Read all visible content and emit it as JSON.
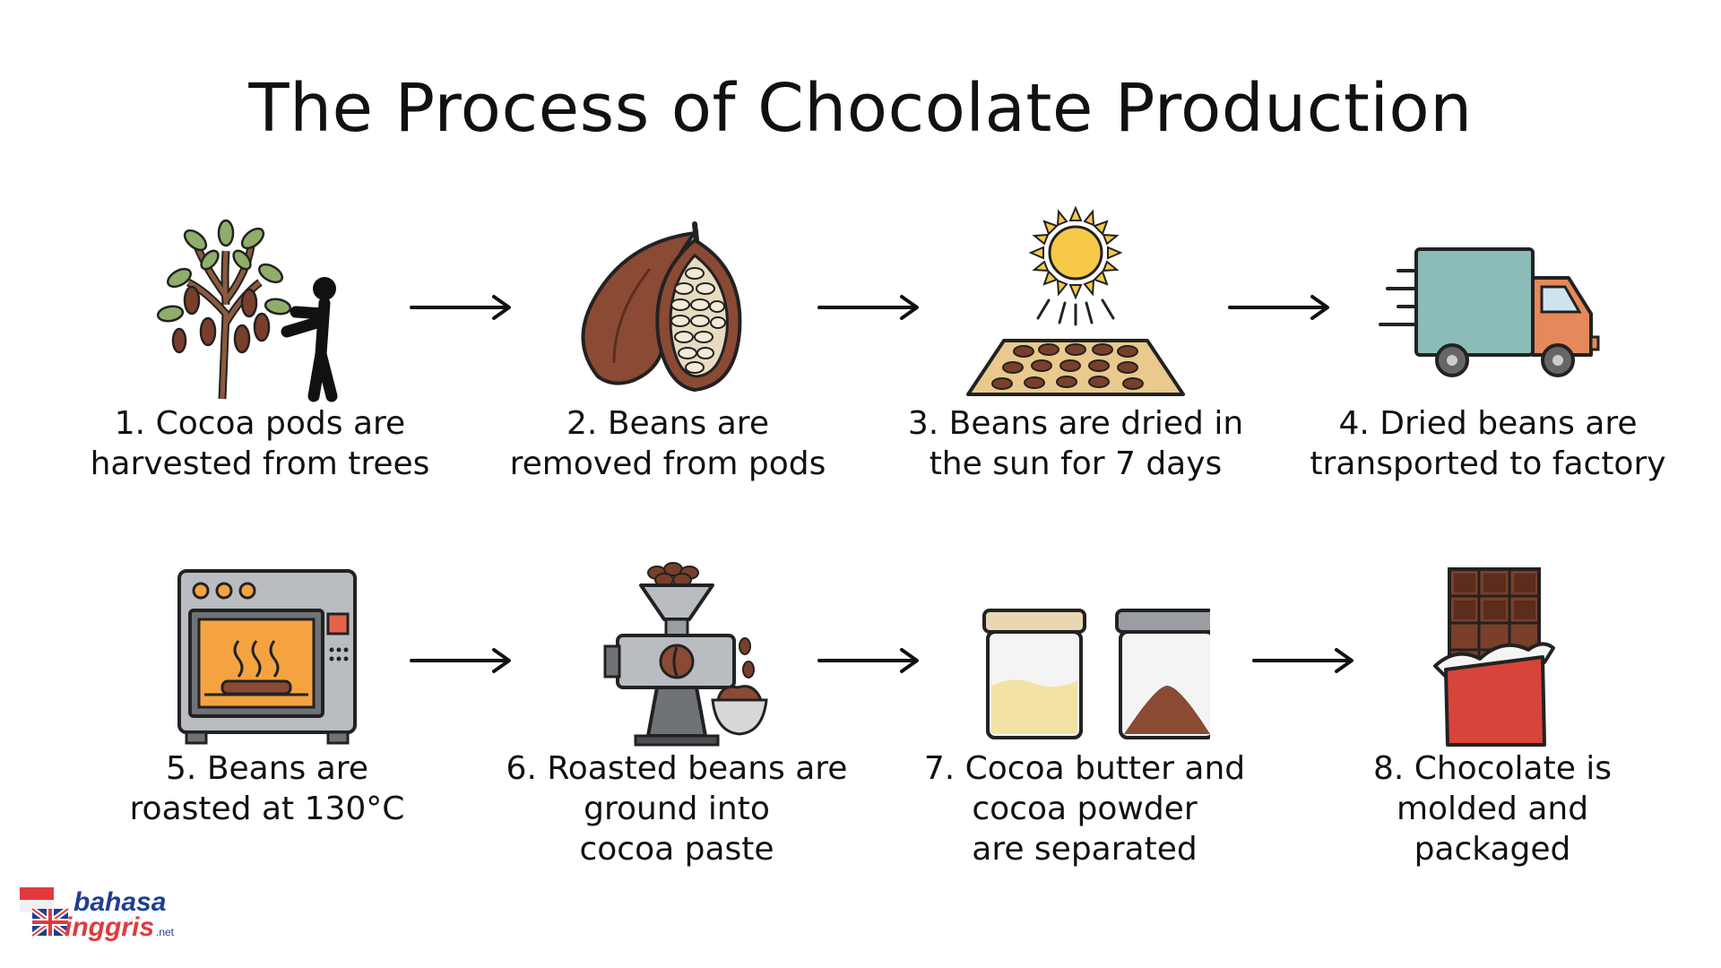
{
  "title": "The Process of Chocolate Production",
  "steps": [
    {
      "caption": "1. Cocoa pods are\nharvested from trees",
      "icon": "cocoa-tree-harvest-icon"
    },
    {
      "caption": "2. Beans are\nremoved from pods",
      "icon": "cocoa-pod-icon"
    },
    {
      "caption": "3. Beans are dried in\nthe sun for 7 days",
      "icon": "sun-drying-icon"
    },
    {
      "caption": "4. Dried beans are\ntransported to factory",
      "icon": "truck-icon"
    },
    {
      "caption": "5. Beans are\nroasted at 130°C",
      "icon": "oven-icon"
    },
    {
      "caption": "6. Roasted beans are\nground into\ncocoa paste",
      "icon": "grinder-icon"
    },
    {
      "caption": "7. Cocoa butter and\ncocoa powder\nare separated",
      "icon": "jars-icon"
    },
    {
      "caption": "8. Chocolate is\nmolded and\npackaged",
      "icon": "chocolate-bar-icon"
    }
  ],
  "logo": {
    "line1": "bahasa",
    "line2": "inggris",
    "suffix": ".net"
  },
  "colors": {
    "brown": "#7a3f2a",
    "green": "#8fae6a",
    "truck_body": "#8bbcb8",
    "truck_cab": "#e5895a",
    "sun": "#f7c948",
    "oven": "#f4a340",
    "wrapper_red": "#d9443a",
    "logo_blue": "#1f3f8f",
    "logo_red": "#e03a3e"
  }
}
